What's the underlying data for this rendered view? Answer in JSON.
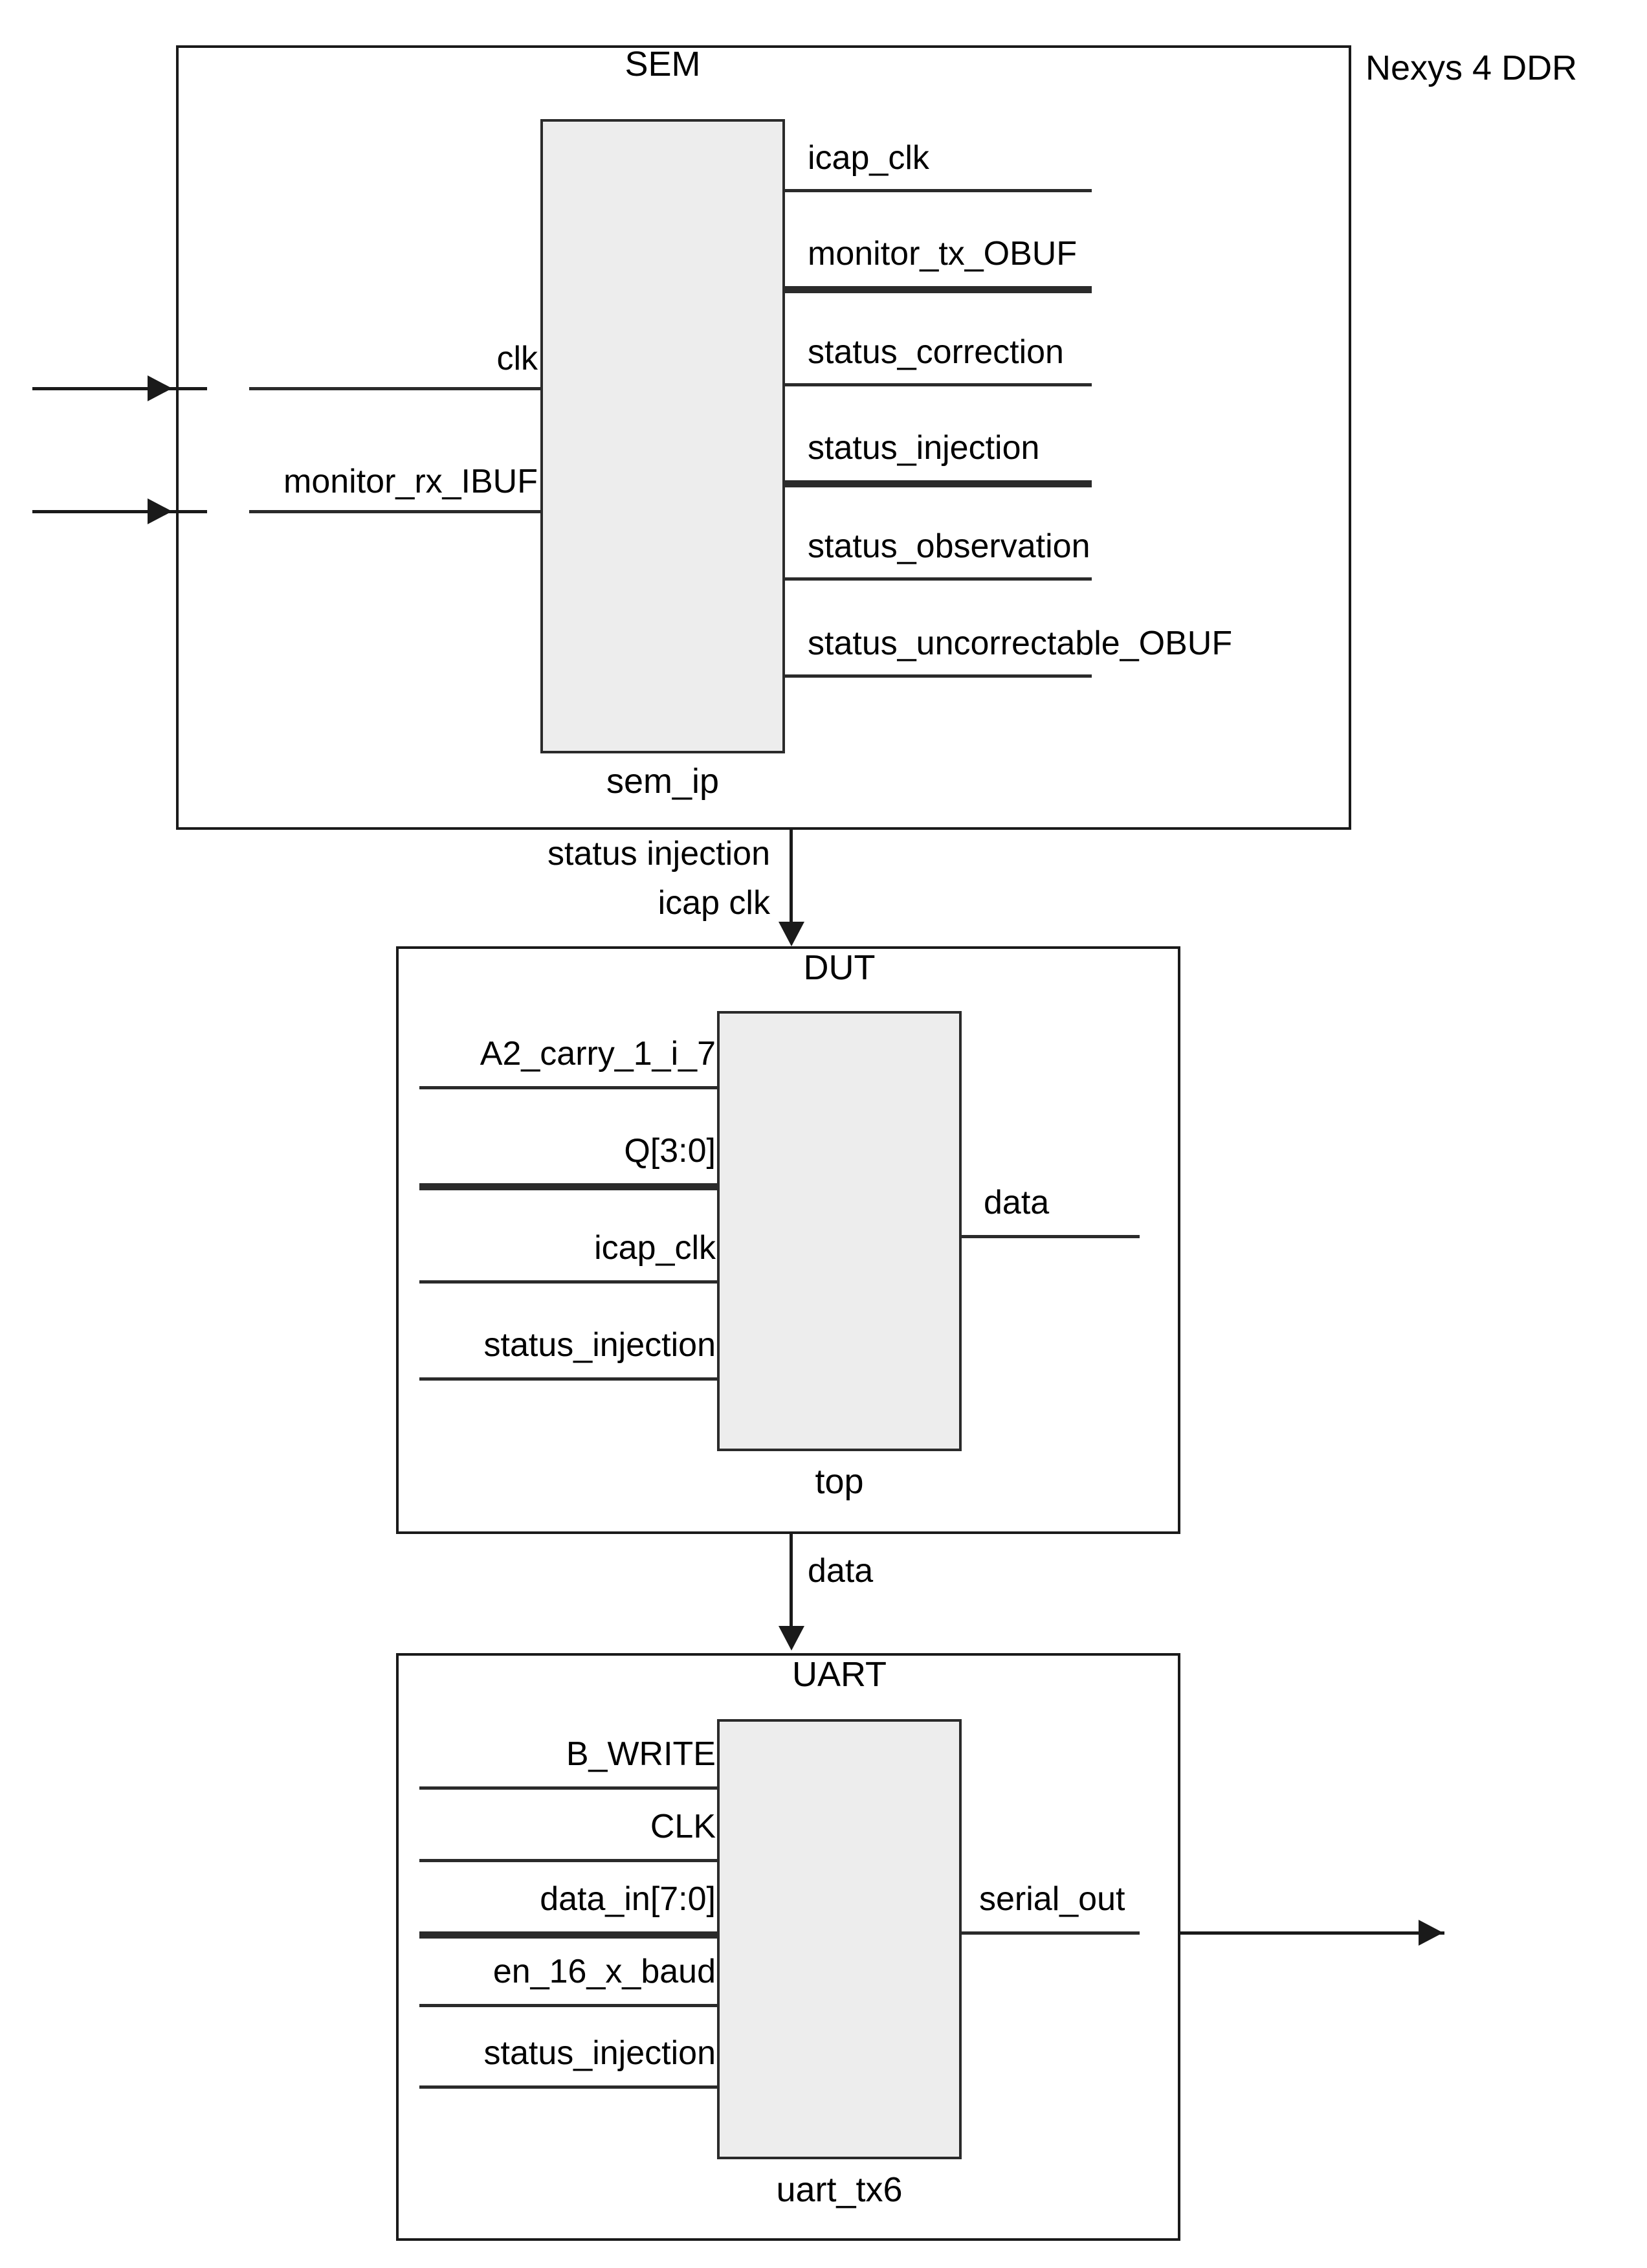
{
  "diagram": {
    "board_label": "Nexys 4 DDR",
    "blocks": [
      {
        "title": "SEM",
        "instance": "sem_ip",
        "inputs": [
          "clk",
          "monitor_rx_IBUF"
        ],
        "outputs": [
          "icap_clk",
          "monitor_tx_OBUF",
          "status_correction",
          "status_injection",
          "status_observation",
          "status_uncorrectable_OBUF"
        ]
      },
      {
        "title": "DUT",
        "instance": "top",
        "inputs": [
          "A2_carry_1_i_7",
          "Q[3:0]",
          "icap_clk",
          "status_injection"
        ],
        "outputs": [
          "data"
        ]
      },
      {
        "title": "UART",
        "instance": "uart_tx6",
        "inputs": [
          "B_WRITE",
          "CLK",
          "data_in[7:0]",
          "en_16_x_baud",
          "status_injection"
        ],
        "outputs": [
          "serial_out"
        ]
      }
    ],
    "connectors": [
      {
        "label_line1": "status injection",
        "label_line2": "icap clk"
      },
      {
        "label_line1": "data",
        "label_line2": ""
      }
    ]
  }
}
